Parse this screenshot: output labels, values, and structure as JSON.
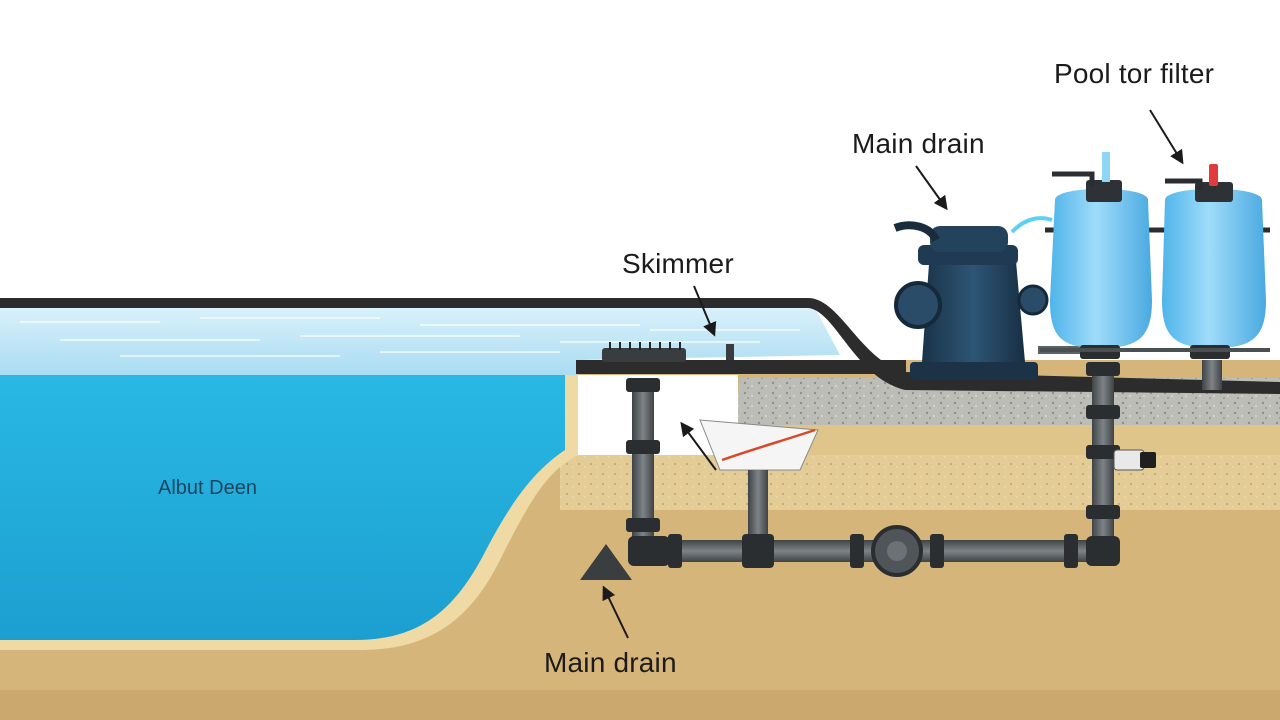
{
  "labels": {
    "pool_label": "Pool tor filter",
    "pump_label": "Main drain",
    "skimmer_label": "Skimmer",
    "drain_label": "Main drain",
    "pool_body_text": "Albut Deen"
  },
  "colors": {
    "sky": "#ffffff",
    "pool_water": "#1fb0df",
    "pool_surface": "#bfe7f6",
    "sand": "#d6b57a",
    "sand_dark": "#c9a56a",
    "gravel": "#b9b9b4",
    "pump": "#22405a",
    "filter_tank": "#6fc7f2",
    "pipe": "#5d6265",
    "fitting": "#2a2e31",
    "coping": "#2f2f2f"
  },
  "icons": [
    "arrow-icon",
    "drain-triangle-icon",
    "pump-icon",
    "filter-tank-icon",
    "valve-icon"
  ]
}
